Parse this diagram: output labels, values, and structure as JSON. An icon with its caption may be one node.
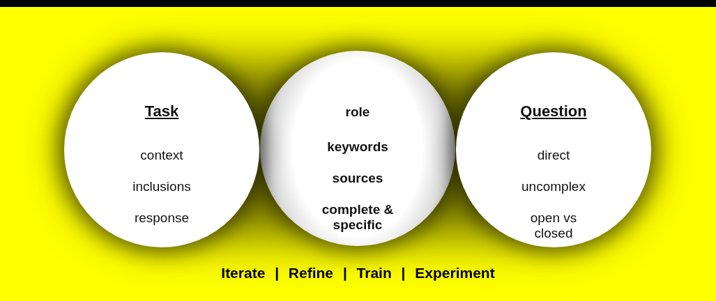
{
  "diagram": {
    "nodes": [
      {
        "text": [
          "Task",
          "context",
          "inclusions",
          "response"
        ]
      },
      {
        "text": [
          "role",
          "keywords",
          "sources",
          "complete & specific"
        ]
      },
      {
        "text": [
          "Question",
          "direct",
          "uncomplex",
          "open vs closed"
        ]
      }
    ],
    "labels": [
      "Iterate | Refine | Train | Experiment"
    ]
  }
}
